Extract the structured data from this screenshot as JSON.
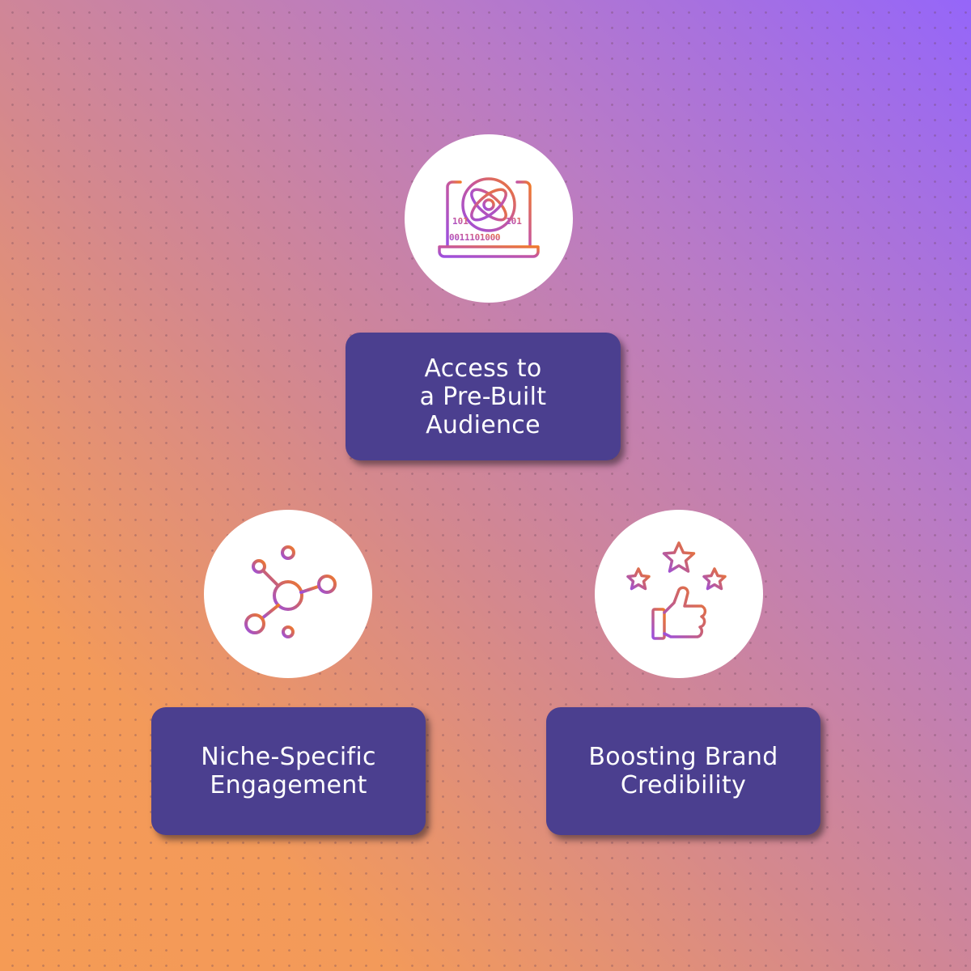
{
  "colors": {
    "gradient_start": "#f59b55",
    "gradient_mid": "#d4888e",
    "gradient_end": "#9566f9",
    "card_background": "#4b3f8f",
    "card_text": "#ffffff",
    "circle_background": "#ffffff",
    "icon_purple": "#9b4fe0",
    "icon_orange": "#f07a2a"
  },
  "nodes": [
    {
      "id": "top",
      "icon": "laptop-atom-icon",
      "label": "Access to\na Pre-Built\nAudience"
    },
    {
      "id": "left",
      "icon": "network-hub-icon",
      "label": "Niche-Specific\nEngagement"
    },
    {
      "id": "right",
      "icon": "stars-thumbs-up-icon",
      "label": "Boosting Brand\nCredibility"
    }
  ]
}
